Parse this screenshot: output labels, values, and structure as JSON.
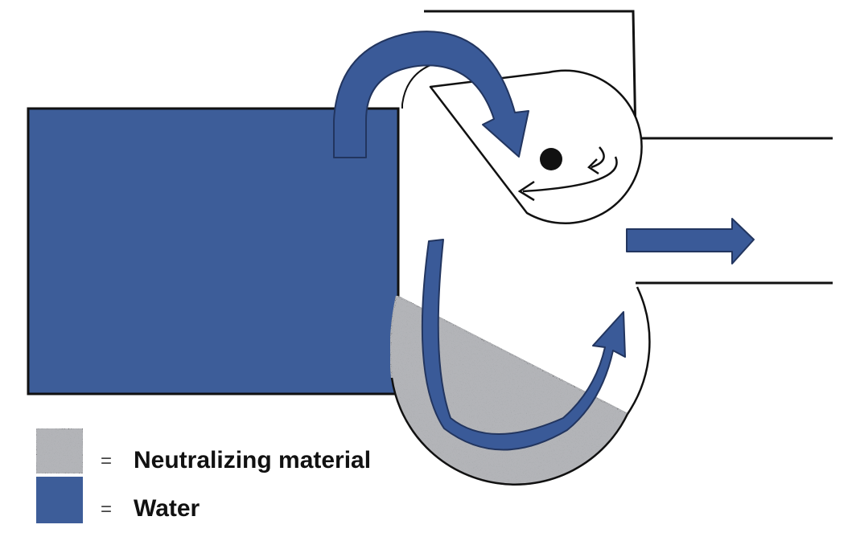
{
  "colors": {
    "water": "#3d5d99",
    "arrow_fill": "#3a5a98",
    "arrow_stroke": "#22355f",
    "neutralizing_material": "#a9abae",
    "outline": "#111111",
    "background": "#ffffff"
  },
  "legend": {
    "items": [
      {
        "symbol": "=",
        "label": "Neutralizing material",
        "swatch": "neutralizing-material-texture"
      },
      {
        "symbol": "=",
        "label": "Water",
        "swatch": "water-fill"
      }
    ]
  }
}
